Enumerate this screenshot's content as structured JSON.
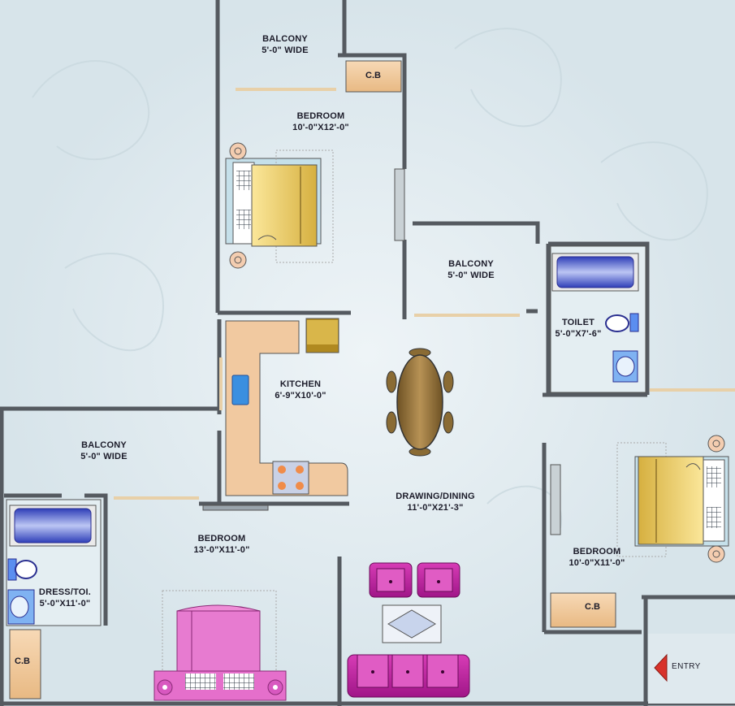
{
  "rooms": {
    "balcony_top": {
      "name": "BALCONY",
      "size": "5'-0\" WIDE"
    },
    "bedroom_top": {
      "name": "BEDROOM",
      "size": "10'-0\"X12'-0\""
    },
    "balcony_mid": {
      "name": "BALCONY",
      "size": "5'-0\" WIDE"
    },
    "toilet": {
      "name": "TOILET",
      "size": "5'-0\"X7'-6\""
    },
    "kitchen": {
      "name": "KITCHEN",
      "size": "6'-9\"X10'-0\""
    },
    "balcony_left": {
      "name": "BALCONY",
      "size": "5'-0\" WIDE"
    },
    "drawing_dining": {
      "name": "DRAWING/DINING",
      "size": "11'-0\"X21'-3\""
    },
    "bedroom_left": {
      "name": "BEDROOM",
      "size": "13'-0\"X11'-0\""
    },
    "dress_toilet": {
      "name": "DRESS/TOI.",
      "size": "5'-0\"X11'-0\""
    },
    "bedroom_right": {
      "name": "BEDROOM",
      "size": "10'-0\"X11'-0\""
    }
  },
  "cupboards": {
    "top": "C.B",
    "right": "C.B",
    "left": "C.B"
  },
  "entry": {
    "label": "ENTRY",
    "arrow_color": "#d8322a"
  },
  "colors": {
    "background": "#dfe9ee",
    "wall": "#555a60",
    "counter": "#f1c9a0",
    "bed_cover": "#f5d96a",
    "master_bed": "#e77bd0",
    "sofa": "#c92aa4",
    "fixture_blue": "#3b4fc8"
  },
  "icons": {
    "entry": "arrow-left-icon",
    "dining": "dining-table-icon",
    "sofa": "sofa-icon",
    "bed": "bed-icon",
    "sink": "sink-icon",
    "wc": "toilet-icon",
    "bathtub": "bathtub-icon",
    "stove": "stove-icon"
  }
}
